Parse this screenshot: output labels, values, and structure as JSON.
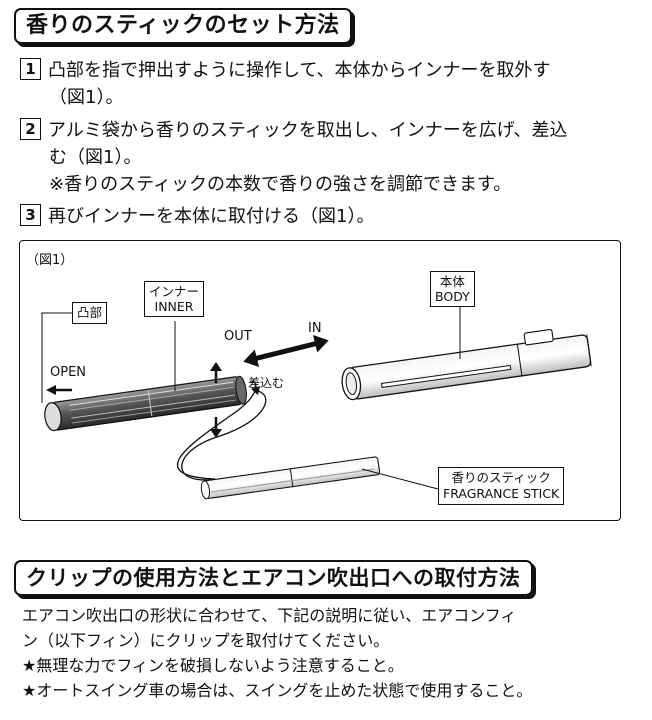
{
  "section1": {
    "title": "香りのスティックのセット方法",
    "steps": [
      {
        "num": "1",
        "lines": [
          "凸部を指で押出すように操作して、本体からインナーを取外す",
          "（図1）。"
        ]
      },
      {
        "num": "2",
        "lines": [
          "アルミ袋から香りのスティックを取出し、インナーを広げ、差込",
          "む（図1）。",
          "※香りのスティックの本数で香りの強さを調節できます。"
        ]
      },
      {
        "num": "3",
        "lines": [
          "再びインナーを本体に取付ける（図1）。"
        ]
      }
    ]
  },
  "figure": {
    "caption": "（図1）",
    "totsubu": "凸部",
    "inner_jp": "インナー",
    "inner_en": "INNER",
    "body_jp": "本体",
    "body_en": "BODY",
    "out": "OUT",
    "in": "IN",
    "open": "OPEN",
    "sashikomu": "差込む",
    "stick_jp": "香りのスティック",
    "stick_en": "FRAGRANCE STICK"
  },
  "section2": {
    "title": "クリップの使用方法とエアコン吹出口への取付方法",
    "lines": [
      "エアコン吹出口の形状に合わせて、下記の説明に従い、エアコンフィ",
      "ン（以下フィン）にクリップを取付けてください。",
      "★無理な力でフィンを破損しないよう注意すること。",
      "★オートスイング車の場合は、スイングを止めた状態で使用すること。"
    ]
  }
}
